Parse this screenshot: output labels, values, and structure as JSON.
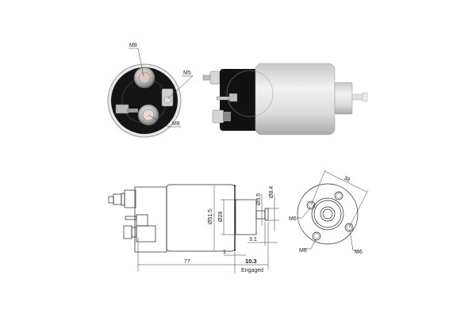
{
  "diagram": {
    "subject": "starter solenoid technical drawing",
    "end_view_photo": {
      "labels": {
        "top_terminal": "M8",
        "side_terminal": "M5",
        "bottom_terminal": "M8"
      }
    },
    "side_view_photo": {},
    "side_drawing": {
      "dimensions": {
        "body_diameter": "Ø51.5",
        "boss_diameter": "Ø28",
        "plunger_diameter": "Ø5.5",
        "plunger_head_diameter": "Ø8.4",
        "head_thickness": "3.1",
        "flange_gap": "1",
        "body_length": "77",
        "stroke": "10.3",
        "stroke_note": "Engaged"
      }
    },
    "flange_drawing": {
      "dimensions": {
        "hole_spacing": "38"
      },
      "labels": {
        "hole_left": "M6",
        "hole_bottom": "M6",
        "hole_right": "M6"
      }
    },
    "colors": {
      "line": "#222222",
      "body_silver": "#d9d9d9",
      "cap_black": "#111111"
    }
  }
}
